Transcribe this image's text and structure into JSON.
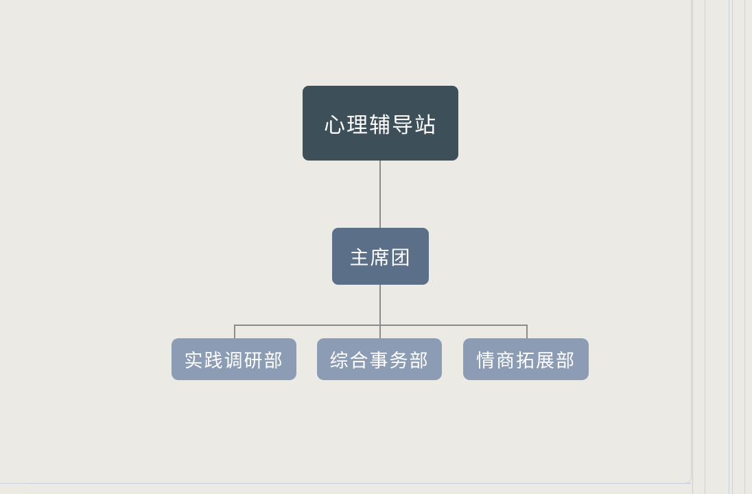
{
  "canvas": {
    "background_color": "#eceae5",
    "connector_color": "#8b8b88"
  },
  "org_chart": {
    "root": {
      "label": "心理辅导站",
      "fill_color": "#3d5059",
      "text_color": "#ffffff"
    },
    "middle": {
      "label": "主席团",
      "fill_color": "#5b6f89",
      "text_color": "#ffffff"
    },
    "leaves": [
      {
        "label": "实践调研部",
        "fill_color": "#8c9cb4",
        "text_color": "#ffffff"
      },
      {
        "label": "综合事务部",
        "fill_color": "#8c9cb4",
        "text_color": "#ffffff"
      },
      {
        "label": "情商拓展部",
        "fill_color": "#8c9cb4",
        "text_color": "#ffffff"
      }
    ]
  }
}
